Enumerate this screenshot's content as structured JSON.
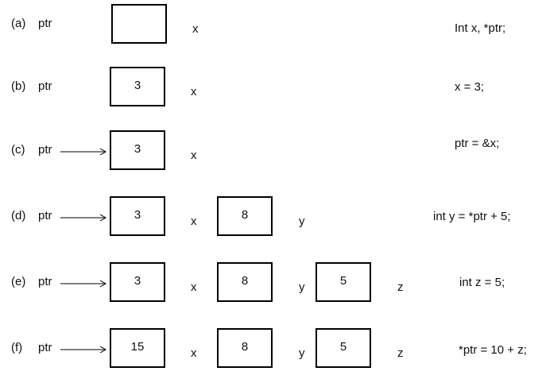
{
  "rows": [
    {
      "label": "(a)",
      "ptr": "ptr",
      "has_arrow": false,
      "cells": [
        {
          "value": "",
          "var": "x"
        }
      ],
      "statement": "Int x, *ptr;"
    },
    {
      "label": "(b)",
      "ptr": "ptr",
      "has_arrow": false,
      "cells": [
        {
          "value": "3",
          "var": "x"
        }
      ],
      "statement": "x = 3;"
    },
    {
      "label": "(c)",
      "ptr": "ptr",
      "has_arrow": true,
      "cells": [
        {
          "value": "3",
          "var": "x"
        }
      ],
      "statement": "ptr = &x;"
    },
    {
      "label": "(d)",
      "ptr": "ptr",
      "has_arrow": true,
      "cells": [
        {
          "value": "3",
          "var": "x"
        },
        {
          "value": "8",
          "var": "y"
        }
      ],
      "statement": "int y = *ptr + 5;"
    },
    {
      "label": "(e)",
      "ptr": "ptr",
      "has_arrow": true,
      "cells": [
        {
          "value": "3",
          "var": "x"
        },
        {
          "value": "8",
          "var": "y"
        },
        {
          "value": "5",
          "var": "z"
        }
      ],
      "statement": "int z = 5;"
    },
    {
      "label": "(f)",
      "ptr": "ptr",
      "has_arrow": true,
      "cells": [
        {
          "value": "15",
          "var": "x"
        },
        {
          "value": "8",
          "var": "y"
        },
        {
          "value": "5",
          "var": "z"
        }
      ],
      "statement": "*ptr = 10 + z;"
    }
  ]
}
